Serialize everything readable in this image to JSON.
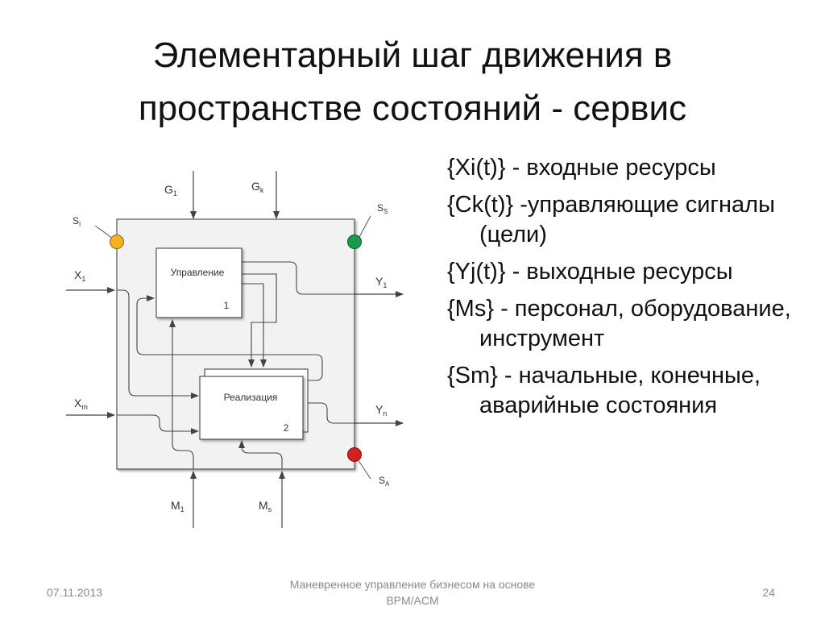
{
  "title": {
    "line1": "Элементарный шаг движения в",
    "line2": "пространстве состояний - сервис"
  },
  "diagram": {
    "block1": {
      "label": "Управление",
      "number": "1"
    },
    "block2": {
      "label": "Реализация",
      "number": "2"
    },
    "g1": {
      "base": "G",
      "sub": "1"
    },
    "gk": {
      "base": "G",
      "sub": "k"
    },
    "x1": {
      "base": "X",
      "sub": "1"
    },
    "xm": {
      "base": "X",
      "sub": "m"
    },
    "y1": {
      "base": "Y",
      "sub": "1"
    },
    "yn": {
      "base": "Y",
      "sub": "n"
    },
    "m1": {
      "base": "M",
      "sub": "1"
    },
    "ms": {
      "base": "M",
      "sub": "s"
    },
    "si": {
      "base": "S",
      "sub": "I"
    },
    "ss": {
      "base": "S",
      "sub": "S"
    },
    "sa": {
      "base": "S",
      "sub": "A"
    },
    "colors": {
      "start": "#f5b21a",
      "end": "#1a9a4a",
      "emergency": "#d4211e"
    }
  },
  "bullets": [
    {
      "first": "{Xi(t)} - входные ресурсы",
      "rest": ""
    },
    {
      "first": "{Ck(t)} -управляющие",
      "rest": "сигналы (цели)"
    },
    {
      "first": "{Yj(t)} - выходные",
      "rest": "ресурсы"
    },
    {
      "first": "{Ms}   -  персонал,",
      "rest": "оборудование, инструмент"
    },
    {
      "first": "{Sm}   - начальные,",
      "rest": "конечные, аварийные состояния"
    }
  ],
  "footer": {
    "date": "07.11.2013",
    "center": "Маневренное управление бизнесом на основе BPM/ACM",
    "page": "24"
  }
}
